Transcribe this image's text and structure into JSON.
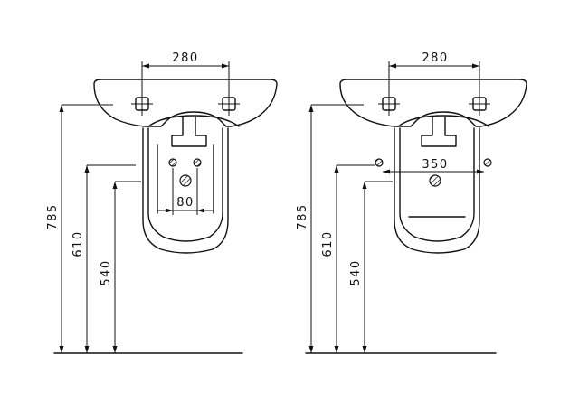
{
  "left_view": {
    "dim_tap_spacing": "280",
    "dim_total_height": "785",
    "dim_mid_height": "610",
    "dim_low_height": "540",
    "dim_waste_spacing": "80"
  },
  "right_view": {
    "dim_tap_spacing": "280",
    "dim_total_height": "785",
    "dim_mid_height": "610",
    "dim_low_height": "540",
    "dim_waste_spacing": "350"
  }
}
